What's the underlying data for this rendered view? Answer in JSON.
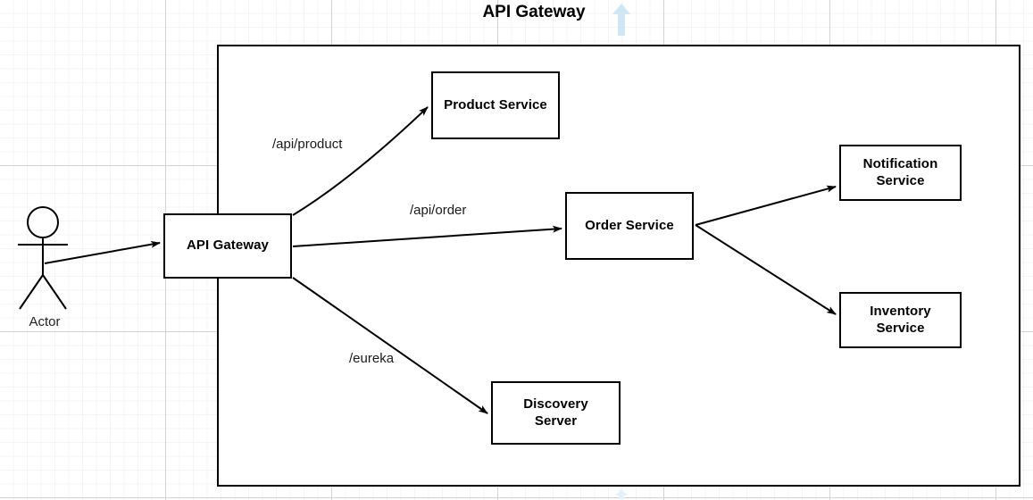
{
  "page": {
    "title": "API Gateway",
    "title_arrow_icon": "arrow-up-icon",
    "bottom_arrow_icon": "arrow-up-icon",
    "accent_color": "#cfe7f5",
    "stroke_color": "#000000",
    "background_color": "#ffffff",
    "grid_minor_color": "#f4f4f4",
    "grid_major_color": "#d2d2d2"
  },
  "diagram": {
    "type": "architecture-diagram",
    "actor": {
      "label": "Actor",
      "icon": "stick-figure-icon"
    },
    "container": {
      "label": ""
    },
    "nodes": [
      {
        "id": "api-gateway",
        "label": "API Gateway",
        "lines": [
          "API Gateway"
        ]
      },
      {
        "id": "product",
        "label": "Product Service",
        "lines": [
          "Product Service"
        ]
      },
      {
        "id": "order",
        "label": "Order Service",
        "lines": [
          "Order Service"
        ]
      },
      {
        "id": "notification",
        "label": "Notification Service",
        "lines": [
          "Notification",
          "Service"
        ]
      },
      {
        "id": "inventory",
        "label": "Inventory Service",
        "lines": [
          "Inventory",
          "Service"
        ]
      },
      {
        "id": "discovery",
        "label": "Discovery Server",
        "lines": [
          "Discovery",
          "Server"
        ]
      }
    ],
    "edges": [
      {
        "id": "actor-to-gateway",
        "from": "actor",
        "to": "api-gateway",
        "label": ""
      },
      {
        "id": "gateway-to-product",
        "from": "api-gateway",
        "to": "product",
        "label": "/api/product"
      },
      {
        "id": "gateway-to-order",
        "from": "api-gateway",
        "to": "order",
        "label": "/api/order"
      },
      {
        "id": "gateway-to-discovery",
        "from": "api-gateway",
        "to": "discovery",
        "label": "/eureka"
      },
      {
        "id": "order-to-notification",
        "from": "order",
        "to": "notification",
        "label": ""
      },
      {
        "id": "order-to-inventory",
        "from": "order",
        "to": "inventory",
        "label": ""
      }
    ]
  }
}
